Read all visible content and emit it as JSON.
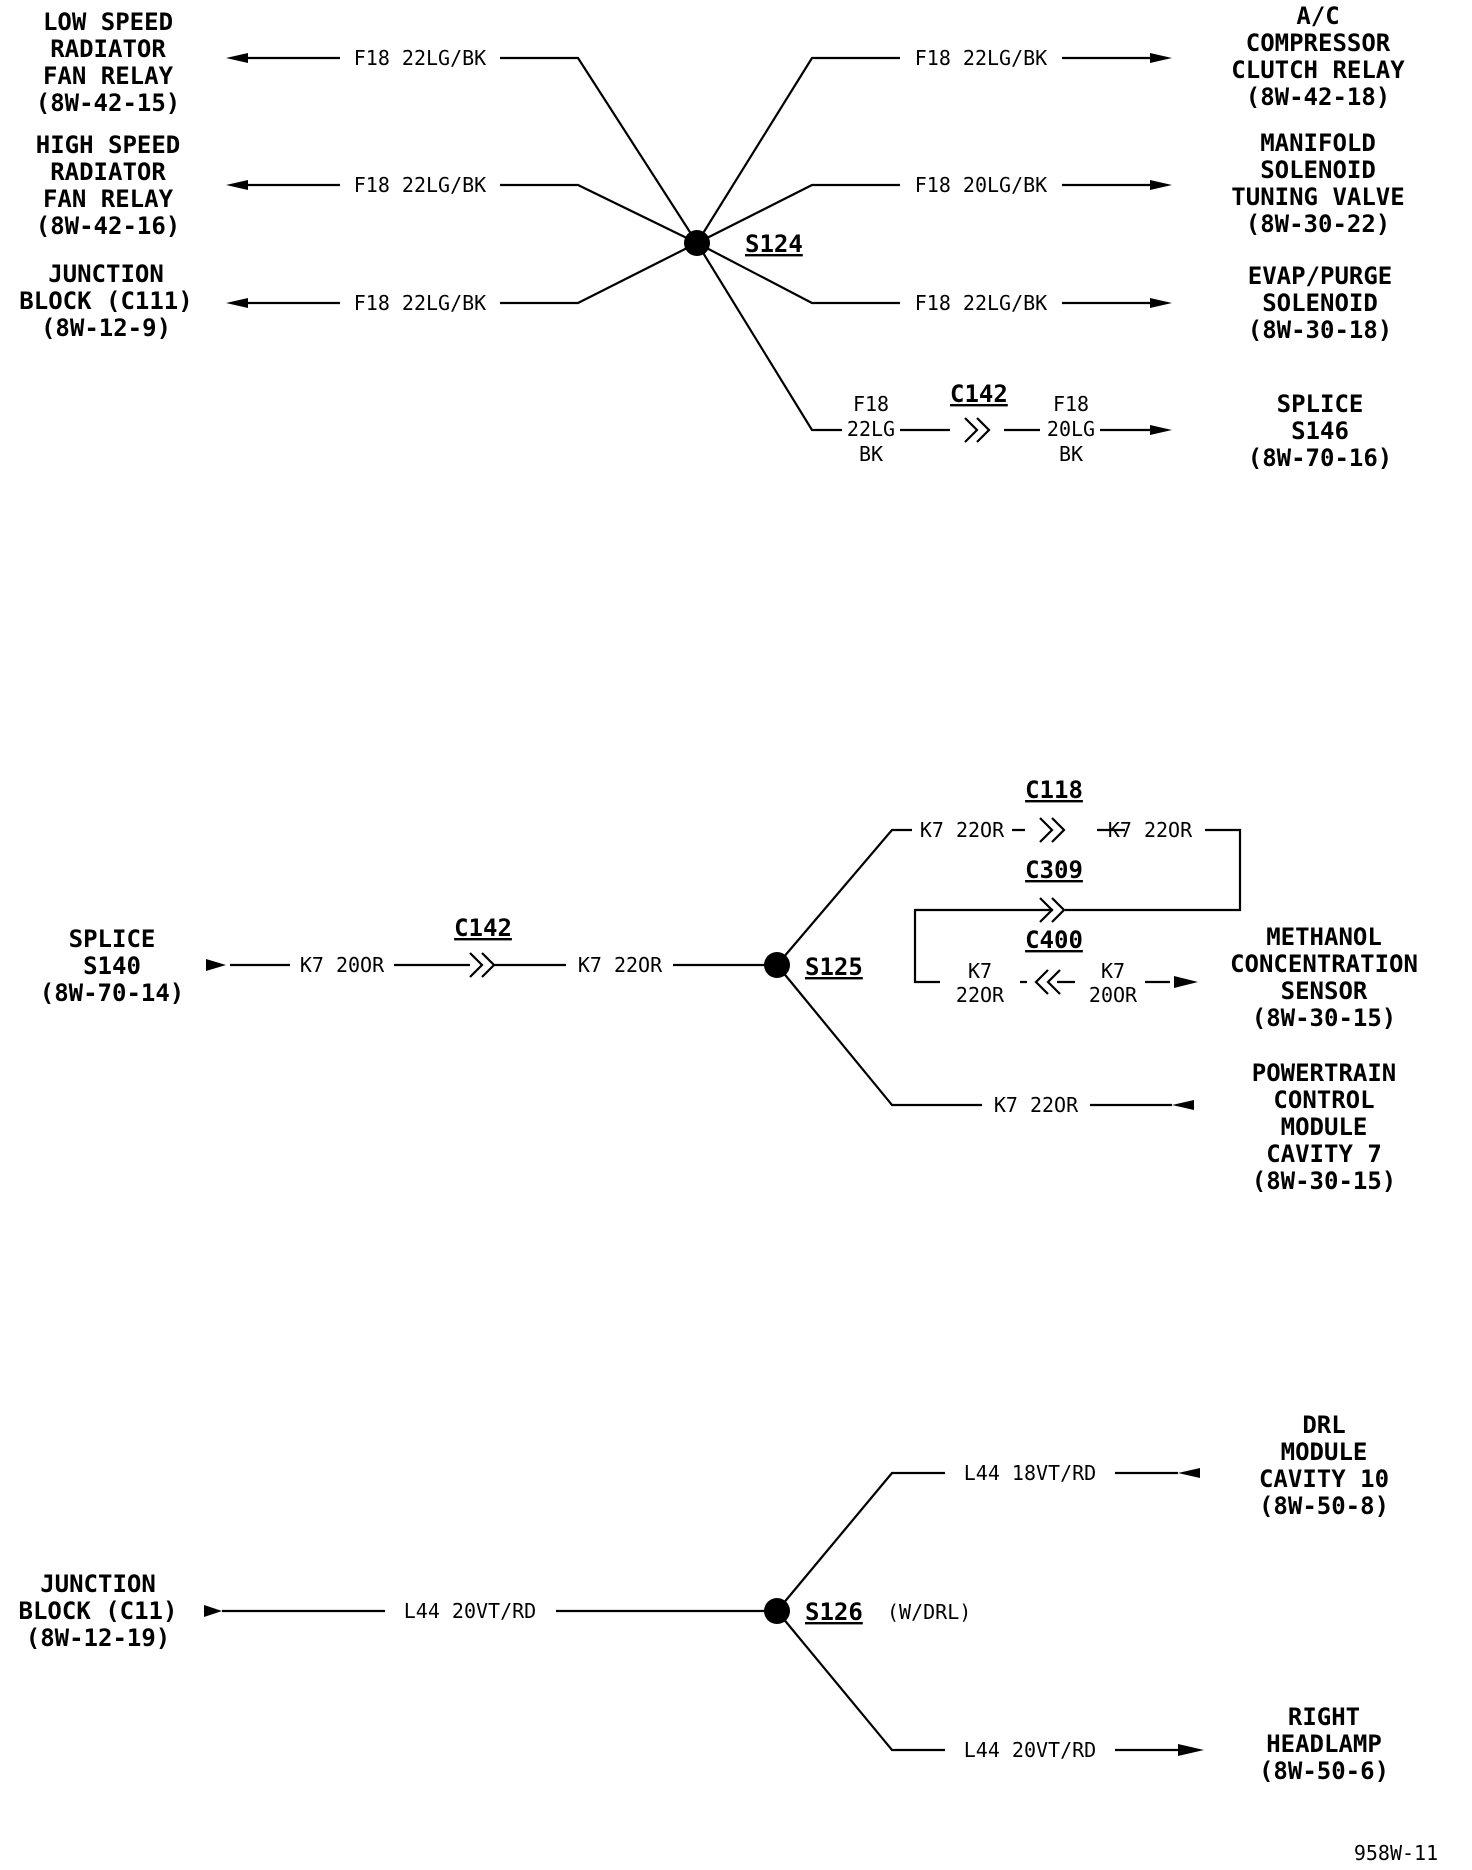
{
  "figure_id": "958W-11",
  "splices": {
    "s124": "S124",
    "s125": "S125",
    "s126": "S126",
    "s126_note": "(W/DRL)"
  },
  "connectors": {
    "c142_top": "C142",
    "c142_mid": "C142",
    "c118": "C118",
    "c309": "C309",
    "c400": "C400"
  },
  "components": {
    "low_speed_relay": [
      "LOW SPEED",
      "RADIATOR",
      "FAN RELAY",
      "(8W-42-15)"
    ],
    "high_speed_relay": [
      "HIGH SPEED",
      "RADIATOR",
      "FAN RELAY",
      "(8W-42-16)"
    ],
    "junction_block_c111": [
      "JUNCTION",
      "BLOCK (C111)",
      "(8W-12-9)"
    ],
    "ac_clutch_relay": [
      "A/C",
      "COMPRESSOR",
      "CLUTCH RELAY",
      "(8W-42-18)"
    ],
    "manifold_valve": [
      "MANIFOLD",
      "SOLENOID",
      "TUNING VALVE",
      "(8W-30-22)"
    ],
    "evap_purge": [
      "EVAP/PURGE",
      "SOLENOID",
      "(8W-30-18)"
    ],
    "splice_s146": [
      "SPLICE",
      "S146",
      "(8W-70-16)"
    ],
    "splice_s140": [
      "SPLICE",
      "S140",
      "(8W-70-14)"
    ],
    "methanol_sensor": [
      "METHANOL",
      "CONCENTRATION",
      "SENSOR",
      "(8W-30-15)"
    ],
    "pcm": [
      "POWERTRAIN",
      "CONTROL",
      "MODULE",
      "CAVITY 7",
      "(8W-30-15)"
    ],
    "drl_module": [
      "DRL",
      "MODULE",
      "CAVITY 10",
      "(8W-50-8)"
    ],
    "junction_block_c11": [
      "JUNCTION",
      "BLOCK (C11)",
      "(8W-12-19)"
    ],
    "right_headlamp": [
      "RIGHT",
      "HEADLAMP",
      "(8W-50-6)"
    ]
  },
  "wires": {
    "w1": "F18 22LG/BK",
    "w2": "F18 22LG/BK",
    "w3": "F18 22LG/BK",
    "w4": "F18 22LG/BK",
    "w5": "F18 20LG/BK",
    "w6": "F18 22LG/BK",
    "w7_left": [
      "F18",
      "22LG",
      "BK"
    ],
    "w7_right": [
      "F18",
      "20LG",
      "BK"
    ],
    "k7_in_left": "K7 20OR",
    "k7_in_right": "K7 22OR",
    "k7_c118_left": "K7 22OR",
    "k7_c118_right": "K7 22OR",
    "k7_c400_left": [
      "K7",
      "22OR"
    ],
    "k7_c400_right": [
      "K7",
      "20OR"
    ],
    "k7_pcm": "K7 22OR",
    "l44_in": "L44 20VT/RD",
    "l44_drl": "L44 18VT/RD",
    "l44_headlamp": "L44 20VT/RD"
  }
}
